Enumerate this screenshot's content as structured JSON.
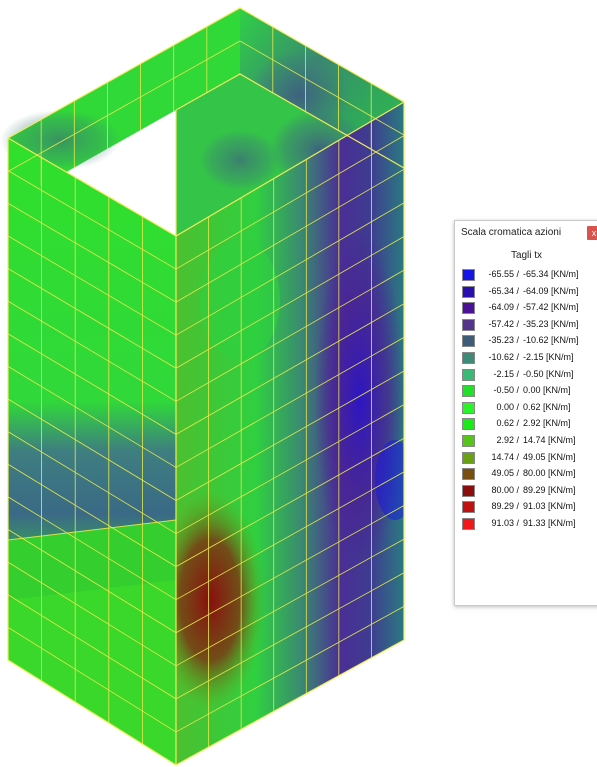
{
  "legend": {
    "title": "Scala cromatica azioni",
    "header": "Tagli tx",
    "close_label": "x",
    "rows": [
      {
        "color": "#1515e6",
        "from": "-65.55 /",
        "to": "-65.34 [KN/m]"
      },
      {
        "color": "#2a0fb0",
        "from": "-65.34 /",
        "to": "-64.09 [KN/m]"
      },
      {
        "color": "#4a1296",
        "from": "-64.09 /",
        "to": "-57.42 [KN/m]"
      },
      {
        "color": "#55358c",
        "from": "-57.42 /",
        "to": "-35.23 [KN/m]"
      },
      {
        "color": "#3e5b78",
        "from": "-35.23 /",
        "to": "-10.62 [KN/m]"
      },
      {
        "color": "#3e8a78",
        "from": "-10.62 /",
        "to": "-2.15 [KN/m]"
      },
      {
        "color": "#39b876",
        "from": "-2.15 /",
        "to": "-0.50 [KN/m]"
      },
      {
        "color": "#22e02a",
        "from": "-0.50 /",
        "to": "0.00 [KN/m]"
      },
      {
        "color": "#2af32a",
        "from": "0.00 /",
        "to": "0.62 [KN/m]"
      },
      {
        "color": "#1de81a",
        "from": "0.62 /",
        "to": "2.92 [KN/m]"
      },
      {
        "color": "#56c41a",
        "from": "2.92 /",
        "to": "14.74 [KN/m]"
      },
      {
        "color": "#6aa016",
        "from": "14.74 /",
        "to": "49.05 [KN/m]"
      },
      {
        "color": "#7a4e10",
        "from": "49.05 /",
        "to": "80.00 [KN/m]"
      },
      {
        "color": "#8a0e0e",
        "from": "80.00 /",
        "to": "89.29 [KN/m]"
      },
      {
        "color": "#c01010",
        "from": "89.29 /",
        "to": "91.03 [KN/m]"
      },
      {
        "color": "#f01818",
        "from": "91.03 /",
        "to": "91.33 [KN/m]"
      }
    ]
  }
}
